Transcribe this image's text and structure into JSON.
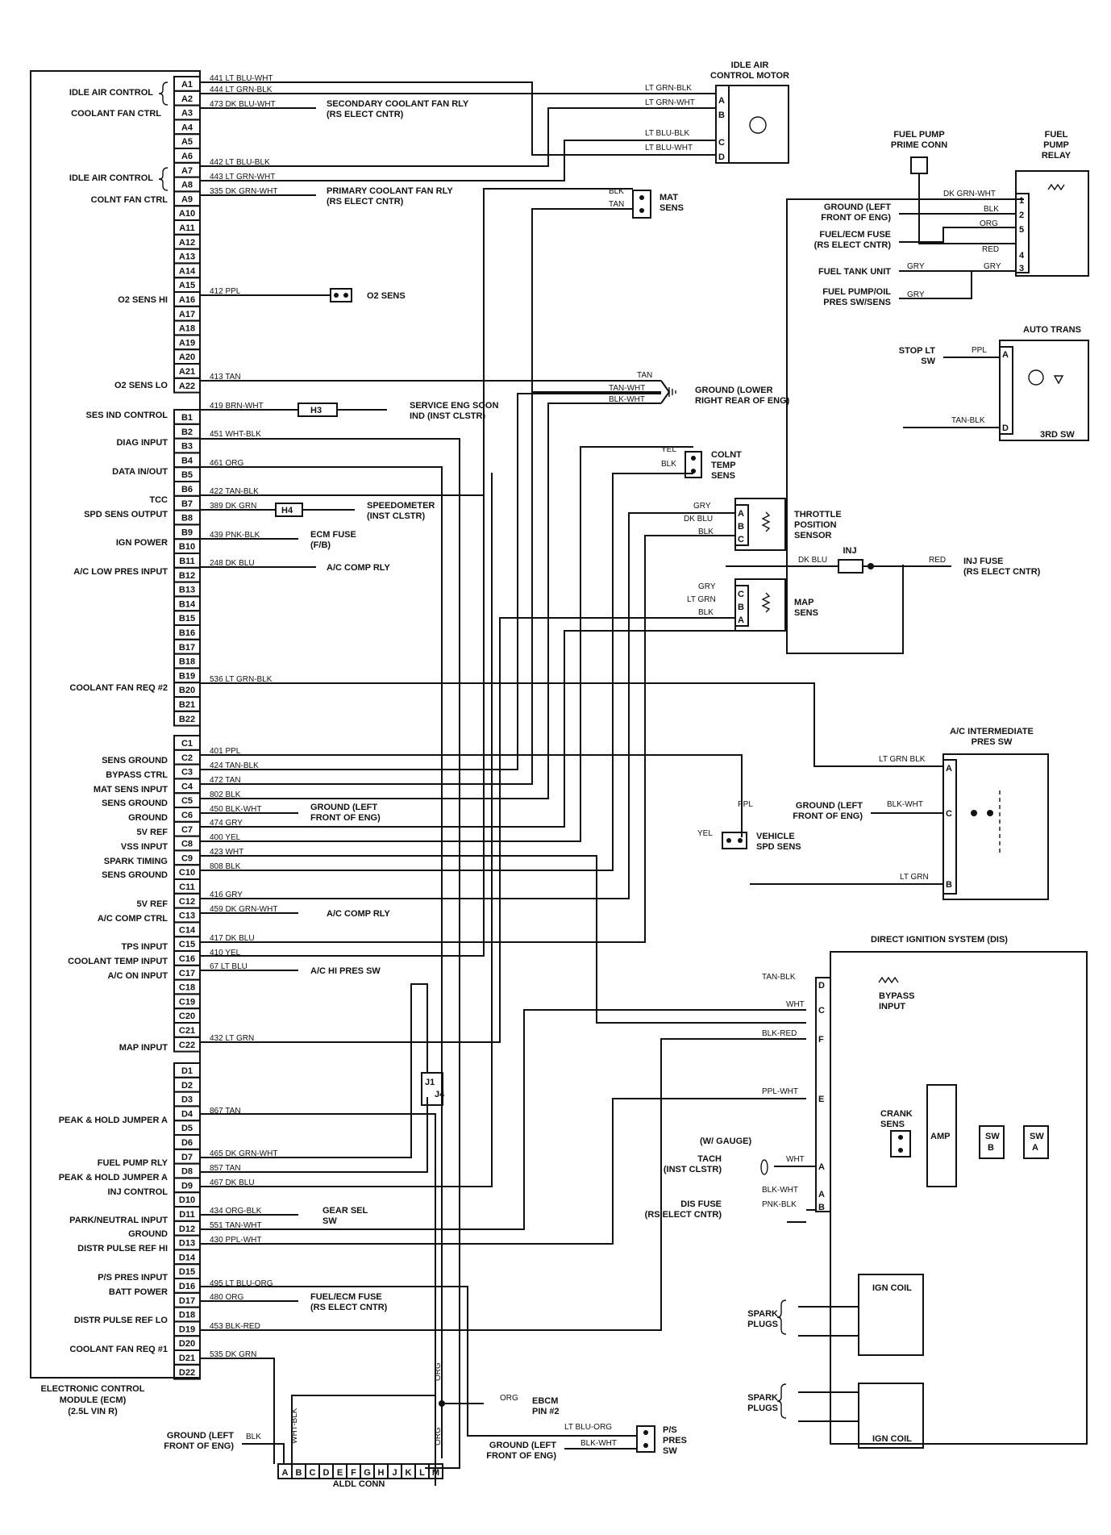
{
  "ecm": {
    "title_lines": [
      "ELECTRONIC CONTROL",
      "MODULE (ECM)",
      "(2.5L VIN R)"
    ],
    "pins_a": [
      "A1",
      "A2",
      "A3",
      "A4",
      "A5",
      "A6",
      "A7",
      "A8",
      "A9",
      "A10",
      "A11",
      "A12",
      "A13",
      "A14",
      "A15",
      "A16",
      "A17",
      "A18",
      "A19",
      "A20",
      "A21",
      "A22"
    ],
    "pins_b": [
      "B1",
      "B2",
      "B3",
      "B4",
      "B5",
      "B6",
      "B7",
      "B8",
      "B9",
      "B10",
      "B11",
      "B12",
      "B13",
      "B14",
      "B15",
      "B16",
      "B17",
      "B18",
      "B19",
      "B20",
      "B21",
      "B22"
    ],
    "pins_c": [
      "C1",
      "C2",
      "C3",
      "C4",
      "C5",
      "C6",
      "C7",
      "C8",
      "C9",
      "C10",
      "C11",
      "C12",
      "C13",
      "C14",
      "C15",
      "C16",
      "C17",
      "C18",
      "C19",
      "C20",
      "C21",
      "C22"
    ],
    "pins_d": [
      "D1",
      "D2",
      "D3",
      "D4",
      "D5",
      "D6",
      "D7",
      "D8",
      "D9",
      "D10",
      "D11",
      "D12",
      "D13",
      "D14",
      "D15",
      "D16",
      "D17",
      "D18",
      "D19",
      "D20",
      "D21",
      "D22"
    ],
    "functions": {
      "idle_air_1": "IDLE AIR CONTROL",
      "coolant_fan_ctrl": "COOLANT FAN CTRL",
      "idle_air_2": "IDLE AIR CONTROL",
      "colnt_fan_ctrl": "COLNT FAN CTRL",
      "o2_hi": "O2 SENS HI",
      "o2_lo": "O2 SENS LO",
      "ses_ind": "SES IND CONTROL",
      "diag": "DIAG INPUT",
      "data": "DATA IN/OUT",
      "tcc": "TCC",
      "spd_sens": "SPD SENS OUTPUT",
      "ign_power": "IGN POWER",
      "ac_low": "A/C LOW PRES INPUT",
      "fan_req2": "COOLANT FAN REQ #2",
      "sens_ground": "SENS GROUND",
      "bypass": "BYPASS CTRL",
      "mat": "MAT SENS INPUT",
      "sens_ground2": "SENS GROUND",
      "ground": "GROUND",
      "5v_ref": "5V REF",
      "vss": "VSS INPUT",
      "spark": "SPARK TIMING",
      "sens_ground3": "SENS GROUND",
      "5v_ref2": "5V REF",
      "ac_comp": "A/C COMP CTRL",
      "tps": "TPS INPUT",
      "coolant_temp": "COOLANT TEMP INPUT",
      "ac_on": "A/C ON INPUT",
      "map": "MAP INPUT",
      "peak_a": "PEAK & HOLD JUMPER A",
      "fuel_pump": "FUEL PUMP RLY",
      "peak_a2": "PEAK & HOLD JUMPER A",
      "inj": "INJ CONTROL",
      "park": "PARK/NEUTRAL INPUT",
      "ground2": "GROUND",
      "distr_hi": "DISTR PULSE REF HI",
      "ps_pres": "P/S PRES INPUT",
      "batt": "BATT POWER",
      "distr_lo": "DISTR PULSE REF LO",
      "fan_req1": "COOLANT FAN REQ #1"
    }
  },
  "wires": {
    "a1": "441 LT BLU-WHT",
    "a2": "444 LT GRN-BLK",
    "a3": "473 DK BLU-WHT",
    "a7": "442 LT BLU-BLK",
    "a8": "443 LT GRN-WHT",
    "a9": "335 DK GRN-WHT",
    "a16": "412 PPL",
    "a22": "413 TAN",
    "b1": "419 BRN-WHT",
    "b3": "451 WHT-BLK",
    "b5": "461 ORG",
    "b7": "422 TAN-BLK",
    "b8": "389 DK GRN",
    "b10": "439 PNK-BLK",
    "b12": "248 DK BLU",
    "b20": "536 LT GRN-BLK",
    "c2": "401 PPL",
    "c3": "424 TAN-BLK",
    "c4": "472 TAN",
    "c5": "802 BLK",
    "c6": "450 BLK-WHT",
    "c7": "474 GRY",
    "c8": "400 YEL",
    "c9": "423 WHT",
    "c10": "808 BLK",
    "c12": "416 GRY",
    "c13": "459 DK GRN-WHT",
    "c15": "417 DK BLU",
    "c16": "410 YEL",
    "c17": "67 LT BLU",
    "c22": "432 LT GRN",
    "d4": "867 TAN",
    "d7": "465 DK GRN-WHT",
    "d8": "857 TAN",
    "d9": "467 DK BLU",
    "d11": "434 ORG-BLK",
    "d12": "551 TAN-WHT",
    "d13": "430 PPL-WHT",
    "d16": "495 LT BLU-ORG",
    "d17": "480 ORG",
    "d19": "453 BLK-RED",
    "d21": "535 DK GRN"
  },
  "destinations": {
    "sec_fan": [
      "SECONDARY COOLANT FAN RLY",
      "(RS ELECT CNTR)"
    ],
    "pri_fan": [
      "PRIMARY COOLANT FAN RLY",
      "(RS ELECT CNTR)"
    ],
    "o2_sens": "O2 SENS",
    "ground_lower": [
      "GROUND (LOWER",
      "RIGHT REAR OF ENG)"
    ],
    "service_eng": [
      "SERVICE ENG SOON",
      "IND (INST CLSTR)"
    ],
    "h3": "H3",
    "h4": "H4",
    "speedometer": [
      "SPEEDOMETER",
      "(INST CLSTR)"
    ],
    "ecm_fuse": [
      "ECM FUSE",
      "(F/B)"
    ],
    "ac_comp_rly": "A/C COMP RLY",
    "ground_left_front": [
      "GROUND (LEFT",
      "FRONT OF ENG)"
    ],
    "ac_comp_rly2": "A/C COMP RLY",
    "ac_hi": "A/C HI PRES SW",
    "j1j4": [
      "J1",
      "J4"
    ],
    "gear_sel": [
      "GEAR SEL",
      "SW"
    ],
    "fuel_ecm_fuse": [
      "FUEL/ECM FUSE",
      "(RS ELECT CNTR)"
    ],
    "ebcm": [
      "EBCM",
      "PIN #2"
    ],
    "ebcm_wire": "ORG"
  },
  "components": {
    "iac": {
      "title": [
        "IDLE AIR",
        "CONTROL MOTOR"
      ],
      "pins": [
        "A",
        "B",
        "C",
        "D"
      ],
      "wires": [
        "LT GRN-BLK",
        "LT GRN-WHT",
        "LT BLU-BLK",
        "LT BLU-WHT"
      ]
    },
    "fuel_pump_prime": [
      "FUEL PUMP",
      "PRIME CONN"
    ],
    "fuel_pump_relay": {
      "title": [
        "FUEL",
        "PUMP",
        "RELAY"
      ],
      "pins": [
        "1",
        "2",
        "5",
        "4",
        "3"
      ],
      "wires": [
        "DK GRN-WHT",
        "BLK",
        "ORG",
        "RED",
        "GRY",
        "GRY",
        "GRY"
      ],
      "labels": [
        "GROUND (LEFT",
        "FRONT OF ENG)",
        "FUEL/ECM FUSE",
        "(RS ELECT CNTR)",
        "FUEL TANK UNIT",
        "FUEL PUMP/OIL",
        "PRES SW/SENS"
      ]
    },
    "mat": {
      "title": [
        "MAT",
        "SENS"
      ],
      "wires": [
        "BLK",
        "TAN"
      ]
    },
    "auto_trans": {
      "title": "AUTO TRANS",
      "pins": [
        "A",
        "D"
      ],
      "stop_lt": [
        "STOP LT",
        "SW"
      ],
      "wires": [
        "PPL",
        "TAN-BLK"
      ],
      "sw": "3RD SW"
    },
    "ground_wires": [
      "TAN",
      "TAN-WHT",
      "BLK-WHT"
    ],
    "colnt_temp": {
      "title": [
        "COLNT",
        "TEMP",
        "SENS"
      ],
      "wires": [
        "YEL",
        "BLK"
      ]
    },
    "tps": {
      "title": [
        "THROTTLE",
        "POSITION",
        "SENSOR"
      ],
      "pins": [
        "A",
        "B",
        "C"
      ],
      "wires": [
        "GRY",
        "DK BLU",
        "BLK"
      ]
    },
    "inj": {
      "title": "INJ",
      "wire_left": "DK BLU",
      "wire_right": "RED",
      "fuse": [
        "INJ FUSE",
        "(RS ELECT CNTR)"
      ]
    },
    "map": {
      "title": [
        "MAP",
        "SENS"
      ],
      "pins": [
        "C",
        "B",
        "A"
      ],
      "wires": [
        "GRY",
        "LT GRN",
        "BLK"
      ]
    },
    "ac_int": {
      "title": [
        "A/C INTERMEDIATE",
        "PRES SW"
      ],
      "pins": [
        "A",
        "C",
        "B"
      ],
      "wires": [
        "LT GRN BLK",
        "BLK-WHT",
        "LT GRN"
      ],
      "ground": [
        "GROUND (LEFT",
        "FRONT OF ENG)"
      ]
    },
    "vss": {
      "title": [
        "VEHICLE",
        "SPD SENS"
      ],
      "wires": [
        "YEL",
        "PPL"
      ]
    },
    "dis": {
      "title": "DIRECT IGNITION SYSTEM (DIS)",
      "pins": [
        "D",
        "C",
        "F",
        "E",
        "A",
        "A",
        "B"
      ],
      "wires": [
        "TAN-BLK",
        "WHT",
        "BLK-RED",
        "PPL-WHT",
        "WHT",
        "BLK-WHT",
        "PNK-BLK"
      ],
      "bypass": [
        "BYPASS",
        "INPUT"
      ],
      "crank": [
        "CRANK",
        "SENS"
      ],
      "amp": "AMP",
      "swb": [
        "SW",
        "B"
      ],
      "swa": [
        "SW",
        "A"
      ],
      "gauge": "(W/ GAUGE)",
      "tach": [
        "TACH",
        "(INST CLSTR)"
      ],
      "dis_fuse": [
        "DIS FUSE",
        "(RS ELECT CNTR)"
      ],
      "ign_coil": "IGN COIL",
      "spark": [
        "SPARK",
        "PLUGS"
      ]
    },
    "aldl": {
      "title": "ALDL CONN",
      "pins": [
        "A",
        "B",
        "C",
        "D",
        "E",
        "F",
        "G",
        "H",
        "J",
        "K",
        "L",
        "M"
      ],
      "ground": [
        "GROUND (LEFT",
        "FRONT OF ENG)"
      ],
      "wire": "BLK",
      "wire2": "WHT-BLK",
      "wire3": "ORG",
      "wire4": "ORG"
    },
    "ps_sw": {
      "title": [
        "P/S",
        "PRES",
        "SW"
      ],
      "wires": [
        "LT BLU-ORG",
        "BLK-WHT"
      ],
      "ground": [
        "GROUND (LEFT",
        "FRONT OF ENG)"
      ]
    }
  }
}
